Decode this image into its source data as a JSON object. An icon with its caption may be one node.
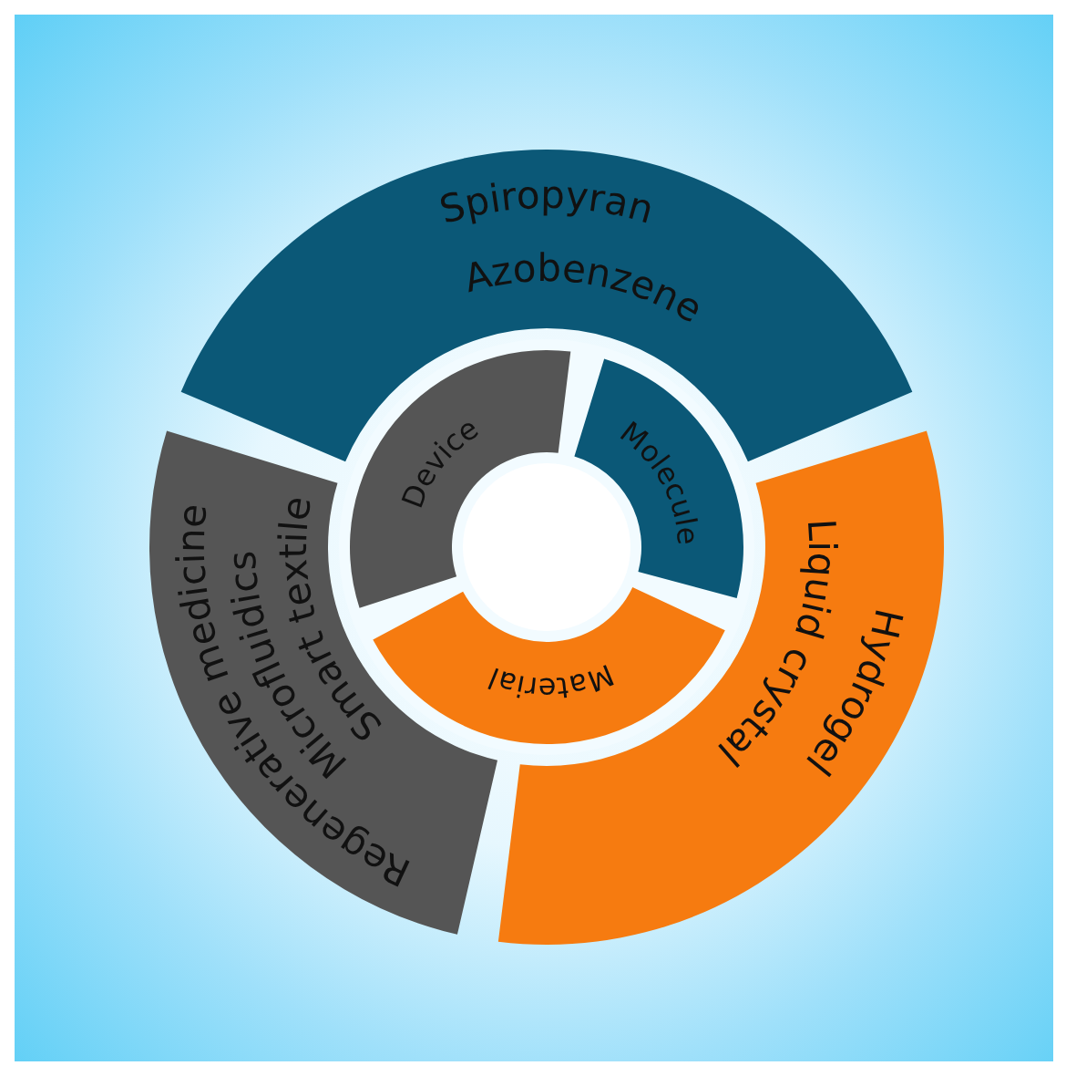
{
  "diagram": {
    "nodes": [
      {
        "text": [
          "Spiropyran",
          "Azobenzene"
        ]
      },
      {
        "text": [
          "Molecule"
        ]
      },
      {
        "text": [
          "Liquid crystal",
          "Hydrogel"
        ]
      },
      {
        "text": [
          "Material"
        ]
      },
      {
        "text": [
          "Regenerative medicine",
          "Microfluidics",
          "Smart textile"
        ]
      },
      {
        "text": [
          "Device"
        ]
      },
      {
        "text": [],
        "shape": "circle"
      }
    ]
  }
}
